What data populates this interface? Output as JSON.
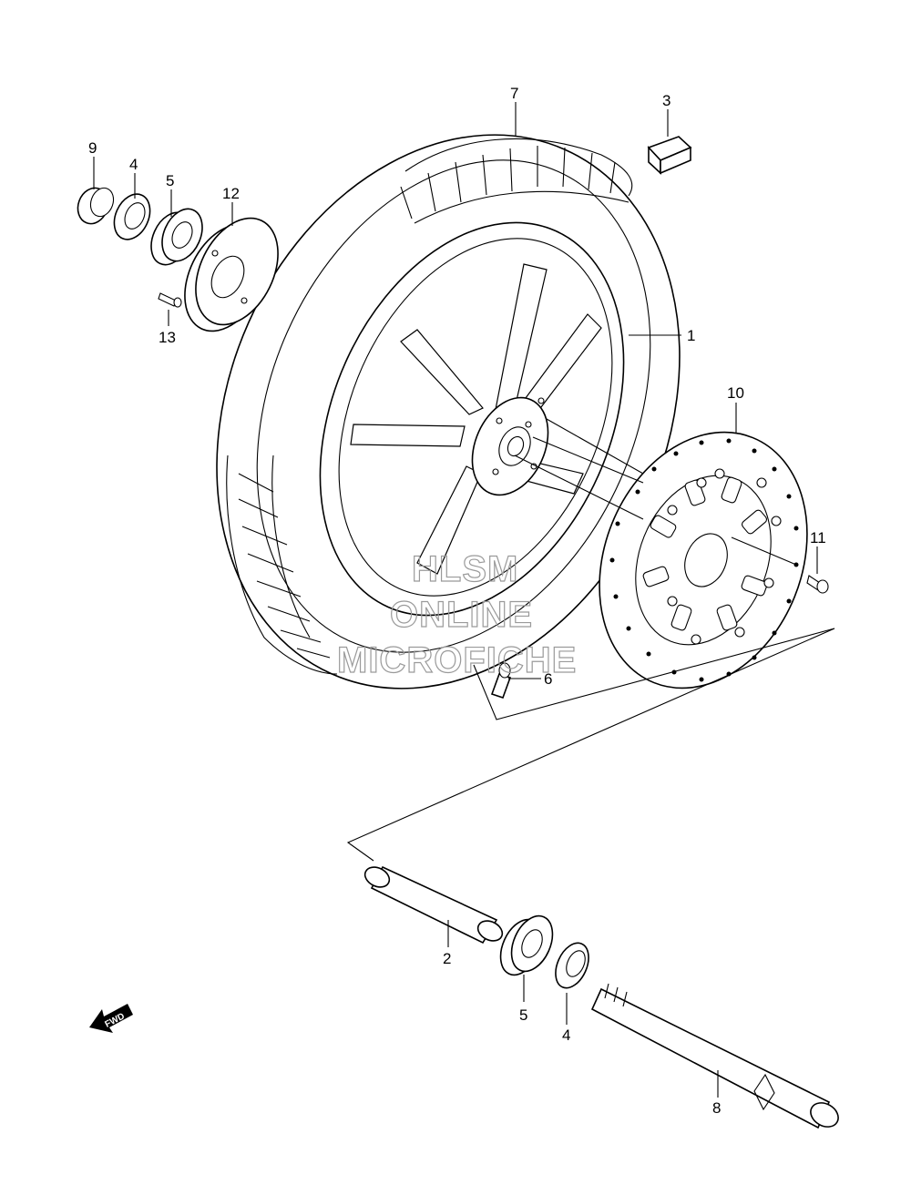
{
  "callouts": {
    "wheel": "1",
    "spacer": "2",
    "balancer": "3",
    "oil_seal_left": "4",
    "bearing_left": "5",
    "valve": "6",
    "tire": "7",
    "axle": "8",
    "collar": "9",
    "disc": "10",
    "disc_bolt": "11",
    "drive_plate": "12",
    "screw": "13",
    "bearing_right": "5",
    "oil_seal_right": "4"
  },
  "watermark": {
    "line1": "HLSM",
    "line2": "ONLINE",
    "line3": "MICROFICHE"
  },
  "fwd_label": "FWD"
}
